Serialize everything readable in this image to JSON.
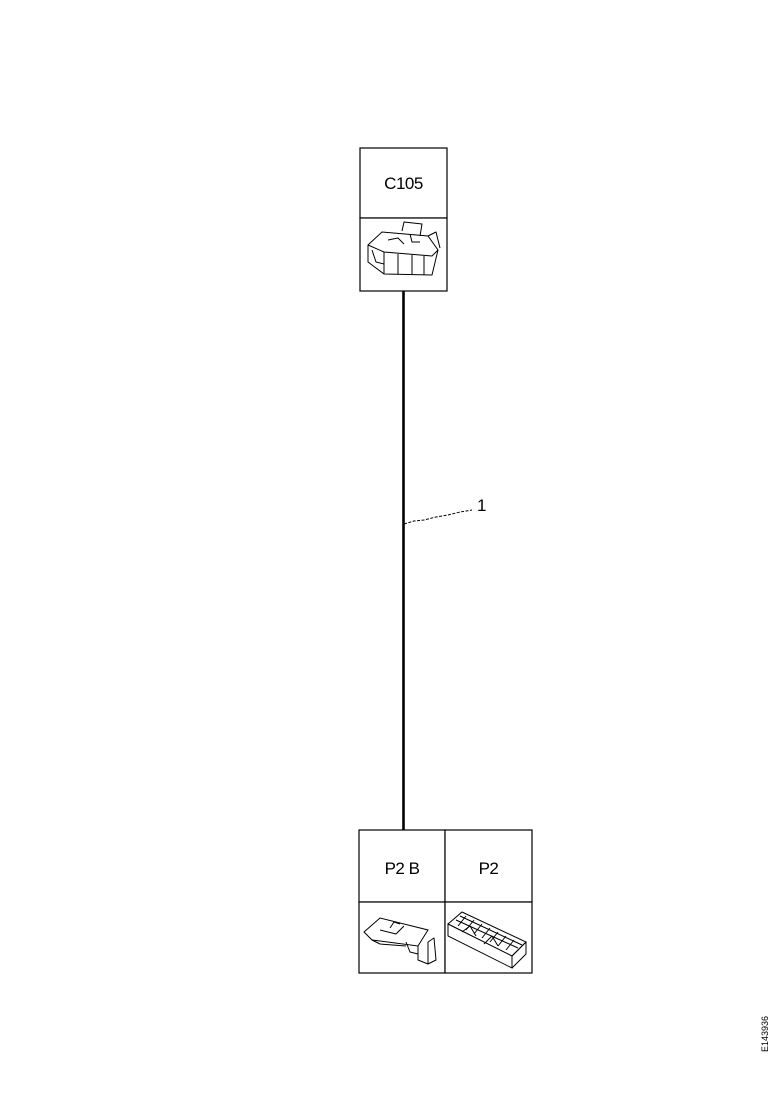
{
  "connectors": {
    "top": {
      "label": "C105"
    },
    "bottom_left": {
      "label": "P2 B"
    },
    "bottom_right": {
      "label": "P2"
    }
  },
  "wire": {
    "callout": "1"
  },
  "figure_ref": "E143936"
}
